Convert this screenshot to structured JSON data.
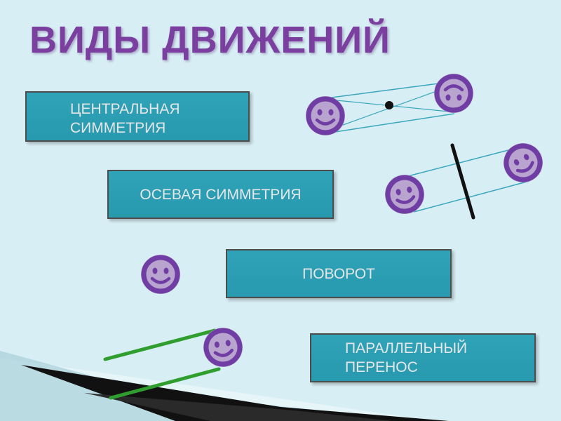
{
  "slide": {
    "title": "ВИДЫ ДВИЖЕНИЙ",
    "boxes": {
      "central_line1": "ЦЕНТРАЛЬНАЯ",
      "central_line2": "СИММЕТРИЯ",
      "axial": "ОСЕВАЯ СИММЕТРИЯ",
      "rotation": "ПОВОРОТ",
      "parallel_line1": "ПАРАЛЛЕЛЬНЫЙ",
      "parallel_line2": "ПЕРЕНОС"
    },
    "colors": {
      "title": "#7b3fa0",
      "box_fill": "#2fa3b8",
      "box_text": "#e6e6e6",
      "face_fill": "#6f3da3",
      "face_ring": "#b9a3cf",
      "translation_lines": "#2f9e2f",
      "axis_line": "#111111",
      "background": "#d7eef4"
    },
    "icons": [
      "smiley-face-icon",
      "upside-down-face-icon"
    ]
  }
}
